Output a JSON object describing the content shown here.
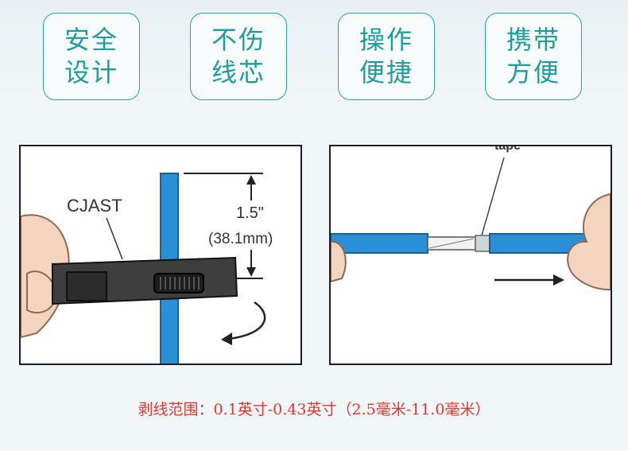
{
  "badges": [
    {
      "line1": "安全",
      "line2": "设计"
    },
    {
      "line1": "不伤",
      "line2": "线芯"
    },
    {
      "line1": "操作",
      "line2": "便捷"
    },
    {
      "line1": "携带",
      "line2": "方便"
    }
  ],
  "left_panel": {
    "tool_label": "CJAST",
    "dimension_value": "1.5\"",
    "dimension_metric": "(38.1mm)"
  },
  "right_panel": {
    "top_label": "tape"
  },
  "caption": "剥线范围：0.1英寸-0.43英寸（2.5毫米-11.0毫米）",
  "colors": {
    "accent_teal": "#2aa3a3",
    "cable_blue": "#2b8fd6",
    "caption_red": "#e0382e"
  }
}
